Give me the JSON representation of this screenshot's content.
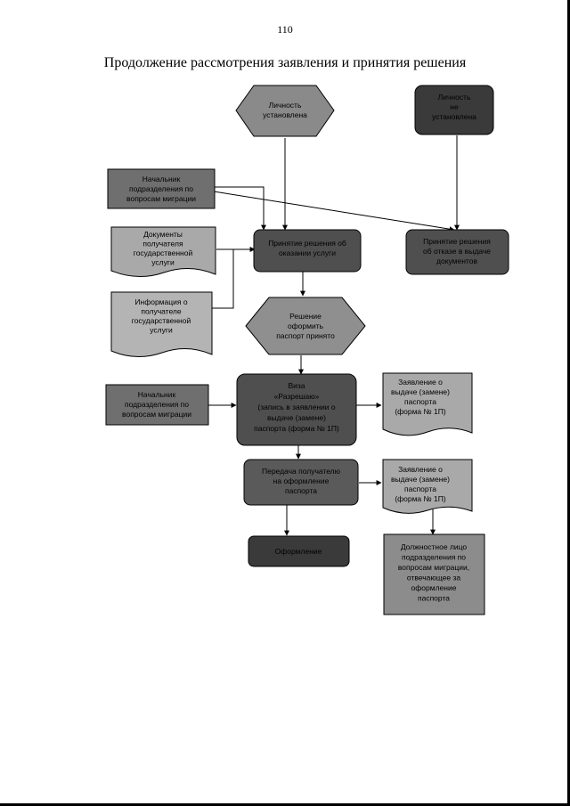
{
  "page_number": "110",
  "title": "Продолжение рассмотрения заявления и принятия решения",
  "colors": {
    "dark": "#3a3a3a",
    "medium": "#6f6f6f",
    "light": "#a9a9a9",
    "lighter": "#bdbdbd",
    "stroke": "#000000"
  },
  "nodes": {
    "identity_established": [
      "Личность",
      "установлена"
    ],
    "identity_not_established": [
      "Личность",
      "не",
      "установлена"
    ],
    "head_unit_top": [
      "Начальник",
      "подразделения по",
      "вопросам миграции"
    ],
    "recipient_documents": [
      "Документы",
      "получателя",
      "государственной",
      "услуги"
    ],
    "recipient_information": [
      "Информация о",
      "получателе",
      "государственной",
      "услуги"
    ],
    "decision_provide": [
      "Принятие решения об",
      "оказании услуги"
    ],
    "decision_refuse": [
      "Принятие решения",
      "об отказе в выдаче",
      "документов"
    ],
    "decision_diamond": [
      "Решение",
      "оформить",
      "паспорт принято"
    ],
    "head_unit_middle": [
      "Начальник",
      "подразделения по",
      "вопросам миграции"
    ],
    "approval_step": [
      "Виза",
      "«Разрешаю»",
      "(запись в заявлении о",
      "выдаче (замене)",
      "паспорта (форма № 1П)"
    ],
    "application_form_1": [
      "Заявление о",
      "выдаче (замене)",
      "паспорта",
      "(форма № 1П)"
    ],
    "transfer_step": [
      "Передача получателю",
      "на оформление",
      "паспорта"
    ],
    "application_form_2": [
      "Заявление о",
      "выдаче (замене)",
      "паспорта",
      "(форма № 1П)"
    ],
    "end_step": [
      "Оформление"
    ],
    "responsible_officer": [
      "Должностное лицо",
      "подразделения по",
      "вопросам миграции,",
      "отвечающее за",
      "оформление",
      "паспорта"
    ]
  }
}
